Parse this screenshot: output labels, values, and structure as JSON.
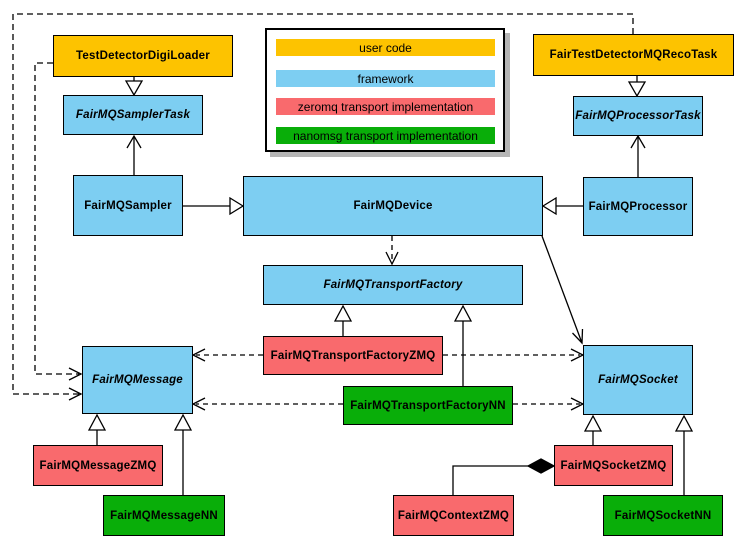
{
  "colors": {
    "user_code": "#fdc300",
    "framework": "#7dcef2",
    "zeromq": "#f96a6d",
    "nanomsg": "#09ae09",
    "legend_shadow": "#b5b5b5",
    "line": "#000000"
  },
  "legend": {
    "items": [
      {
        "label": "user code",
        "color": "#fdc300"
      },
      {
        "label": "framework",
        "color": "#7dcef2"
      },
      {
        "label": "zeromq transport implementation",
        "color": "#f96a6d"
      },
      {
        "label": "nanomsg transport implementation",
        "color": "#09ae09"
      }
    ]
  },
  "nodes": {
    "test_detector_digi_loader": {
      "label": "TestDetectorDigiLoader",
      "category": "user code",
      "abstract": false
    },
    "fair_test_detector_mq_reco_task": {
      "label": "FairTestDetectorMQRecoTask",
      "category": "user code",
      "abstract": false
    },
    "fairmq_sampler_task": {
      "label": "FairMQSamplerTask",
      "category": "framework",
      "abstract": true
    },
    "fairmq_processor_task": {
      "label": "FairMQProcessorTask",
      "category": "framework",
      "abstract": true
    },
    "fairmq_sampler": {
      "label": "FairMQSampler",
      "category": "framework",
      "abstract": false
    },
    "fairmq_device": {
      "label": "FairMQDevice",
      "category": "framework",
      "abstract": false
    },
    "fairmq_processor": {
      "label": "FairMQProcessor",
      "category": "framework",
      "abstract": false
    },
    "fairmq_transport_factory": {
      "label": "FairMQTransportFactory",
      "category": "framework",
      "abstract": true
    },
    "fairmq_transport_factory_zmq": {
      "label": "FairMQTransportFactoryZMQ",
      "category": "zeromq transport implementation",
      "abstract": false
    },
    "fairmq_transport_factory_nn": {
      "label": "FairMQTransportFactoryNN",
      "category": "nanomsg transport implementation",
      "abstract": false
    },
    "fairmq_message": {
      "label": "FairMQMessage",
      "category": "framework",
      "abstract": true
    },
    "fairmq_socket": {
      "label": "FairMQSocket",
      "category": "framework",
      "abstract": true
    },
    "fairmq_message_zmq": {
      "label": "FairMQMessageZMQ",
      "category": "zeromq transport implementation",
      "abstract": false
    },
    "fairmq_message_nn": {
      "label": "FairMQMessageNN",
      "category": "nanomsg transport implementation",
      "abstract": false
    },
    "fairmq_context_zmq": {
      "label": "FairMQContextZMQ",
      "category": "zeromq transport implementation",
      "abstract": false
    },
    "fairmq_socket_zmq": {
      "label": "FairMQSocketZMQ",
      "category": "zeromq transport implementation",
      "abstract": false
    },
    "fairmq_socket_nn": {
      "label": "FairMQSocketNN",
      "category": "nanomsg transport implementation",
      "abstract": false
    }
  },
  "edges": [
    {
      "from": "TestDetectorDigiLoader",
      "to": "FairMQSamplerTask",
      "type": "generalization"
    },
    {
      "from": "FairTestDetectorMQRecoTask",
      "to": "FairMQProcessorTask",
      "type": "generalization"
    },
    {
      "from": "FairMQSampler",
      "to": "FairMQDevice",
      "type": "generalization"
    },
    {
      "from": "FairMQProcessor",
      "to": "FairMQDevice",
      "type": "generalization"
    },
    {
      "from": "FairMQSampler",
      "to": "FairMQSamplerTask",
      "type": "association"
    },
    {
      "from": "FairMQProcessor",
      "to": "FairMQProcessorTask",
      "type": "association"
    },
    {
      "from": "FairMQDevice",
      "to": "FairMQTransportFactory",
      "type": "dependency"
    },
    {
      "from": "FairMQDevice",
      "to": "FairMQSocket",
      "type": "association"
    },
    {
      "from": "FairMQTransportFactoryZMQ",
      "to": "FairMQTransportFactory",
      "type": "generalization"
    },
    {
      "from": "FairMQTransportFactoryNN",
      "to": "FairMQTransportFactory",
      "type": "generalization"
    },
    {
      "from": "FairMQTransportFactoryZMQ",
      "to": "FairMQMessage",
      "type": "dependency"
    },
    {
      "from": "FairMQTransportFactoryZMQ",
      "to": "FairMQSocket",
      "type": "dependency"
    },
    {
      "from": "FairMQTransportFactoryNN",
      "to": "FairMQMessage",
      "type": "dependency"
    },
    {
      "from": "FairMQTransportFactoryNN",
      "to": "FairMQSocket",
      "type": "dependency"
    },
    {
      "from": "TestDetectorDigiLoader",
      "to": "FairMQMessage",
      "type": "dependency"
    },
    {
      "from": "FairTestDetectorMQRecoTask",
      "to": "FairMQMessage",
      "type": "dependency"
    },
    {
      "from": "FairMQMessageZMQ",
      "to": "FairMQMessage",
      "type": "generalization"
    },
    {
      "from": "FairMQMessageNN",
      "to": "FairMQMessage",
      "type": "generalization"
    },
    {
      "from": "FairMQSocketZMQ",
      "to": "FairMQSocket",
      "type": "generalization"
    },
    {
      "from": "FairMQSocketNN",
      "to": "FairMQSocket",
      "type": "generalization"
    },
    {
      "from": "FairMQContextZMQ",
      "to": "FairMQSocketZMQ",
      "type": "composition"
    }
  ]
}
